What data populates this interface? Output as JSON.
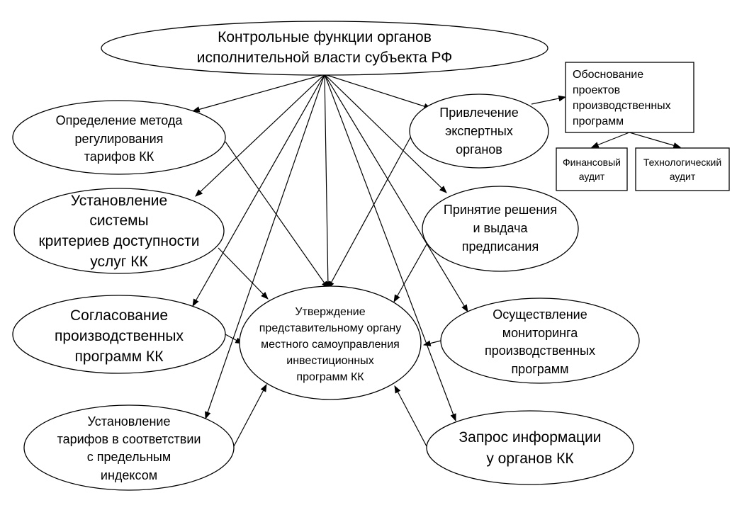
{
  "nodes": {
    "main": [
      "Контрольные функции органов",
      "исполнительной власти субъекта РФ"
    ],
    "method": [
      "Определение метода",
      "регулирования",
      "тарифов КК"
    ],
    "criteria": [
      "Установление",
      "системы",
      "критериев доступности",
      "услуг КК"
    ],
    "approval": [
      "Согласование",
      "производственных",
      "программ КК"
    ],
    "tariffs": [
      "Установление",
      "тарифов в соответствии",
      "с предельным",
      "индексом"
    ],
    "center": [
      "Утверждение",
      "представительному органу",
      "местного самоуправления",
      "инвестиционных",
      "программ КК"
    ],
    "experts": [
      "Привлечение",
      "экспертных",
      "органов"
    ],
    "decision": [
      "Принятие решения",
      "и выдача",
      "предписания"
    ],
    "monitoring": [
      "Осуществление",
      "мониторинга",
      "производственных",
      "программ"
    ],
    "request": [
      "Запрос информации",
      "у органов КК"
    ],
    "justification": [
      "Обоснование",
      "проектов",
      "производственных",
      "программ"
    ],
    "finaudit": [
      "Финансовый",
      "аудит"
    ],
    "techaudit": [
      "Технологический",
      "аудит"
    ]
  }
}
